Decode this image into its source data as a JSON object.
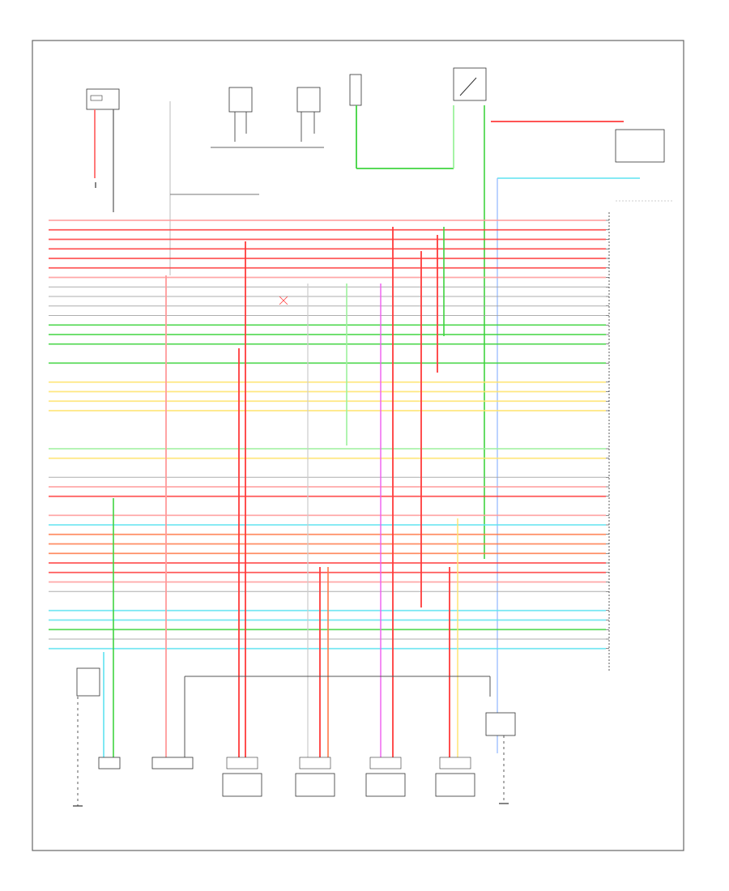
{
  "diagram": {
    "footer_code": "",
    "wire_colors": {
      "red": "#ff3b3b",
      "pink": "#ff9a9a",
      "orange": "#ff7a4a",
      "green": "#3fd43f",
      "light_green": "#9cf29c",
      "yellow": "#ffe36b",
      "cyan": "#5fe3f0",
      "magenta": "#f05cf0",
      "gray": "#a0a0a0",
      "dark_gray": "#555555",
      "blue": "#8fb6ff"
    },
    "components": [
      {
        "id": "top-left-sensor",
        "label_lines": [
          "",
          "",
          ""
        ],
        "pin": "",
        "icon": "sensor-icon"
      },
      {
        "id": "top-sensor-2",
        "label_lines": [
          "",
          "",
          ""
        ],
        "pin": "",
        "icon": "sensor-icon"
      },
      {
        "id": "top-sensor-3",
        "label_lines": [
          "",
          "",
          ""
        ],
        "pin": "",
        "icon": "sensor-icon"
      },
      {
        "id": "top-sensor-4",
        "label_lines": [
          "",
          "",
          ""
        ],
        "pin": "",
        "icon": "sensor-icon"
      },
      {
        "id": "top-switch",
        "label_lines": [
          "",
          ""
        ],
        "pin": "",
        "icon": "switch-icon"
      },
      {
        "id": "top-relay",
        "label_lines": [
          "",
          ""
        ],
        "pin": "",
        "icon": "relay-icon"
      },
      {
        "id": "right-relay",
        "label_lines": [
          "",
          "",
          ""
        ],
        "pin": "",
        "icon": "relay-icon"
      }
    ],
    "bottom_components": [
      {
        "id": "bottom-1",
        "label_lines": [
          "",
          "",
          ""
        ],
        "icon": "ground-icon"
      },
      {
        "id": "bottom-2",
        "label_lines": [
          "",
          "",
          "",
          ""
        ],
        "icon": "sensor-icon"
      },
      {
        "id": "bottom-3",
        "label_lines": [
          "",
          "",
          "",
          ""
        ],
        "icon": "sensor-icon"
      },
      {
        "id": "bottom-4",
        "label_lines": [
          "",
          "",
          "",
          ""
        ],
        "icon": "injector-icon"
      },
      {
        "id": "bottom-5",
        "label_lines": [
          "",
          "",
          "",
          ""
        ],
        "icon": "injector-icon"
      },
      {
        "id": "bottom-6",
        "label_lines": [
          "",
          "",
          "",
          ""
        ],
        "icon": "injector-icon"
      },
      {
        "id": "bottom-7",
        "label_lines": [
          "",
          "",
          "",
          ""
        ],
        "icon": "injector-icon"
      },
      {
        "id": "bottom-8",
        "label_lines": [
          "",
          "",
          ""
        ],
        "icon": "ground-icon"
      }
    ],
    "right_module": {
      "label_lines": [
        "",
        "",
        ""
      ],
      "group_labels": [
        "",
        "",
        "",
        "",
        "",
        "",
        ""
      ]
    },
    "wires": [
      {
        "color": "pink",
        "row": 0,
        "code": ""
      },
      {
        "color": "red",
        "row": 1,
        "code": ""
      },
      {
        "color": "red",
        "row": 2,
        "code": ""
      },
      {
        "color": "red",
        "row": 3,
        "code": ""
      },
      {
        "color": "red",
        "row": 4,
        "code": ""
      },
      {
        "color": "red",
        "row": 5,
        "code": ""
      },
      {
        "color": "pink",
        "row": 6,
        "code": ""
      },
      {
        "color": "gray",
        "row": 7,
        "code": ""
      },
      {
        "color": "gray",
        "row": 8,
        "code": ""
      },
      {
        "color": "gray",
        "row": 9,
        "code": ""
      },
      {
        "color": "gray",
        "row": 10,
        "code": ""
      },
      {
        "color": "green",
        "row": 11,
        "code": ""
      },
      {
        "color": "green",
        "row": 12,
        "code": ""
      },
      {
        "color": "green",
        "row": 13,
        "code": ""
      },
      {
        "color": "green",
        "row": 15,
        "code": ""
      },
      {
        "color": "yellow",
        "row": 17,
        "code": ""
      },
      {
        "color": "yellow",
        "row": 18,
        "code": ""
      },
      {
        "color": "yellow",
        "row": 19,
        "code": ""
      },
      {
        "color": "yellow",
        "row": 20,
        "code": ""
      },
      {
        "color": "light_green",
        "row": 24,
        "code": ""
      },
      {
        "color": "yellow",
        "row": 25,
        "code": ""
      },
      {
        "color": "gray",
        "row": 27,
        "code": ""
      },
      {
        "color": "pink",
        "row": 28,
        "code": ""
      },
      {
        "color": "red",
        "row": 29,
        "code": ""
      },
      {
        "color": "pink",
        "row": 31,
        "code": ""
      },
      {
        "color": "cyan",
        "row": 32,
        "code": ""
      },
      {
        "color": "orange",
        "row": 33,
        "code": ""
      },
      {
        "color": "orange",
        "row": 34,
        "code": ""
      },
      {
        "color": "orange",
        "row": 35,
        "code": ""
      },
      {
        "color": "red",
        "row": 36,
        "code": ""
      },
      {
        "color": "red",
        "row": 37,
        "code": ""
      },
      {
        "color": "pink",
        "row": 38,
        "code": ""
      },
      {
        "color": "gray",
        "row": 39,
        "code": ""
      },
      {
        "color": "cyan",
        "row": 41,
        "code": ""
      },
      {
        "color": "cyan",
        "row": 42,
        "code": ""
      },
      {
        "color": "green",
        "row": 43,
        "code": ""
      },
      {
        "color": "gray",
        "row": 44,
        "code": ""
      },
      {
        "color": "cyan",
        "row": 45,
        "code": ""
      }
    ]
  }
}
